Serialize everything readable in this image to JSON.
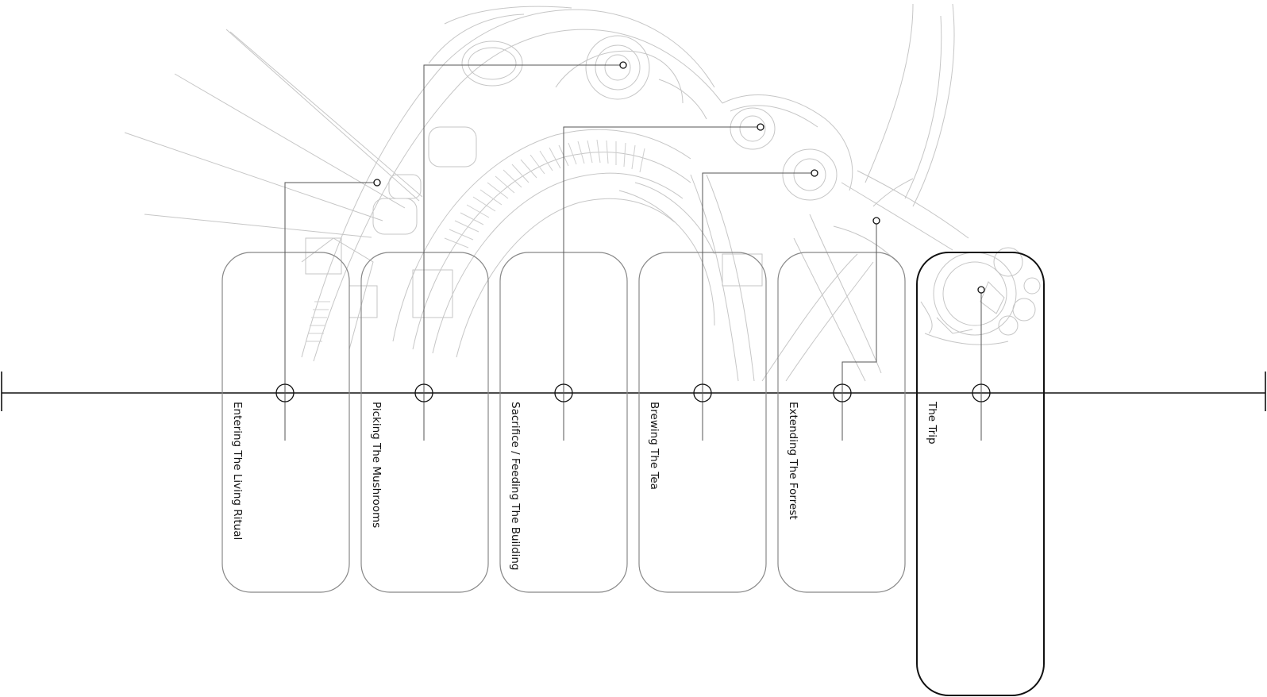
{
  "diagram": {
    "stages": [
      {
        "id": "entering",
        "label": "Entering The Living Ritual",
        "highlighted": false
      },
      {
        "id": "picking",
        "label": "Picking The Mushrooms",
        "highlighted": false
      },
      {
        "id": "sacrifice",
        "label": "Sacrifice / Feeding The Building",
        "highlighted": false
      },
      {
        "id": "brewing",
        "label": "Brewing The Tea",
        "highlighted": false
      },
      {
        "id": "extending",
        "label": "Extending The Forrest",
        "highlighted": false
      },
      {
        "id": "trip",
        "label": "The Trip",
        "highlighted": true
      }
    ],
    "colors": {
      "timeline": "#111111",
      "card": "#888888",
      "card_highlight": "#111111",
      "plan_lines": "#c4c4c4",
      "leader": "#555555"
    }
  }
}
